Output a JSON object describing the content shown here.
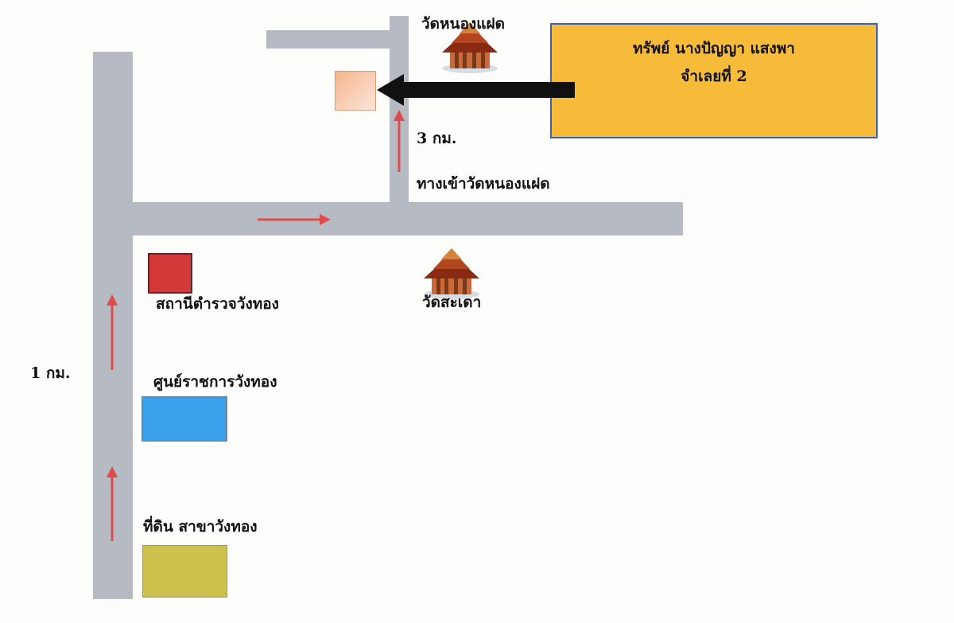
{
  "owner": {
    "line1": "ทรัพย์ นางปัญญา แสงพา",
    "line2": "จำเลยที่ 2"
  },
  "landmarks": {
    "temple_north": "วัดหนองแฝด",
    "temple_south": "วัดสะเดา",
    "police_station": "สถานีตำรวจวังทอง",
    "government_center": "ศูนย์ราชการวังทอง",
    "land_office": "ที่ดิน สาขาวังทอง"
  },
  "roads": {
    "temple_entrance": "ทางเข้าวัดหนองแฝด"
  },
  "distances": {
    "north_road": "3 กม.",
    "main_road": "1 กม."
  },
  "colors": {
    "road": "#b6bac2",
    "owner_box": "#f6bb38",
    "owner_border": "#3f63a8",
    "property": "#f6c7a8",
    "police": "#d23a3a",
    "government": "#39a0ea",
    "land_office": "#cec24e",
    "route_arrow": "#e04a4a",
    "pointer_arrow": "#111111"
  }
}
